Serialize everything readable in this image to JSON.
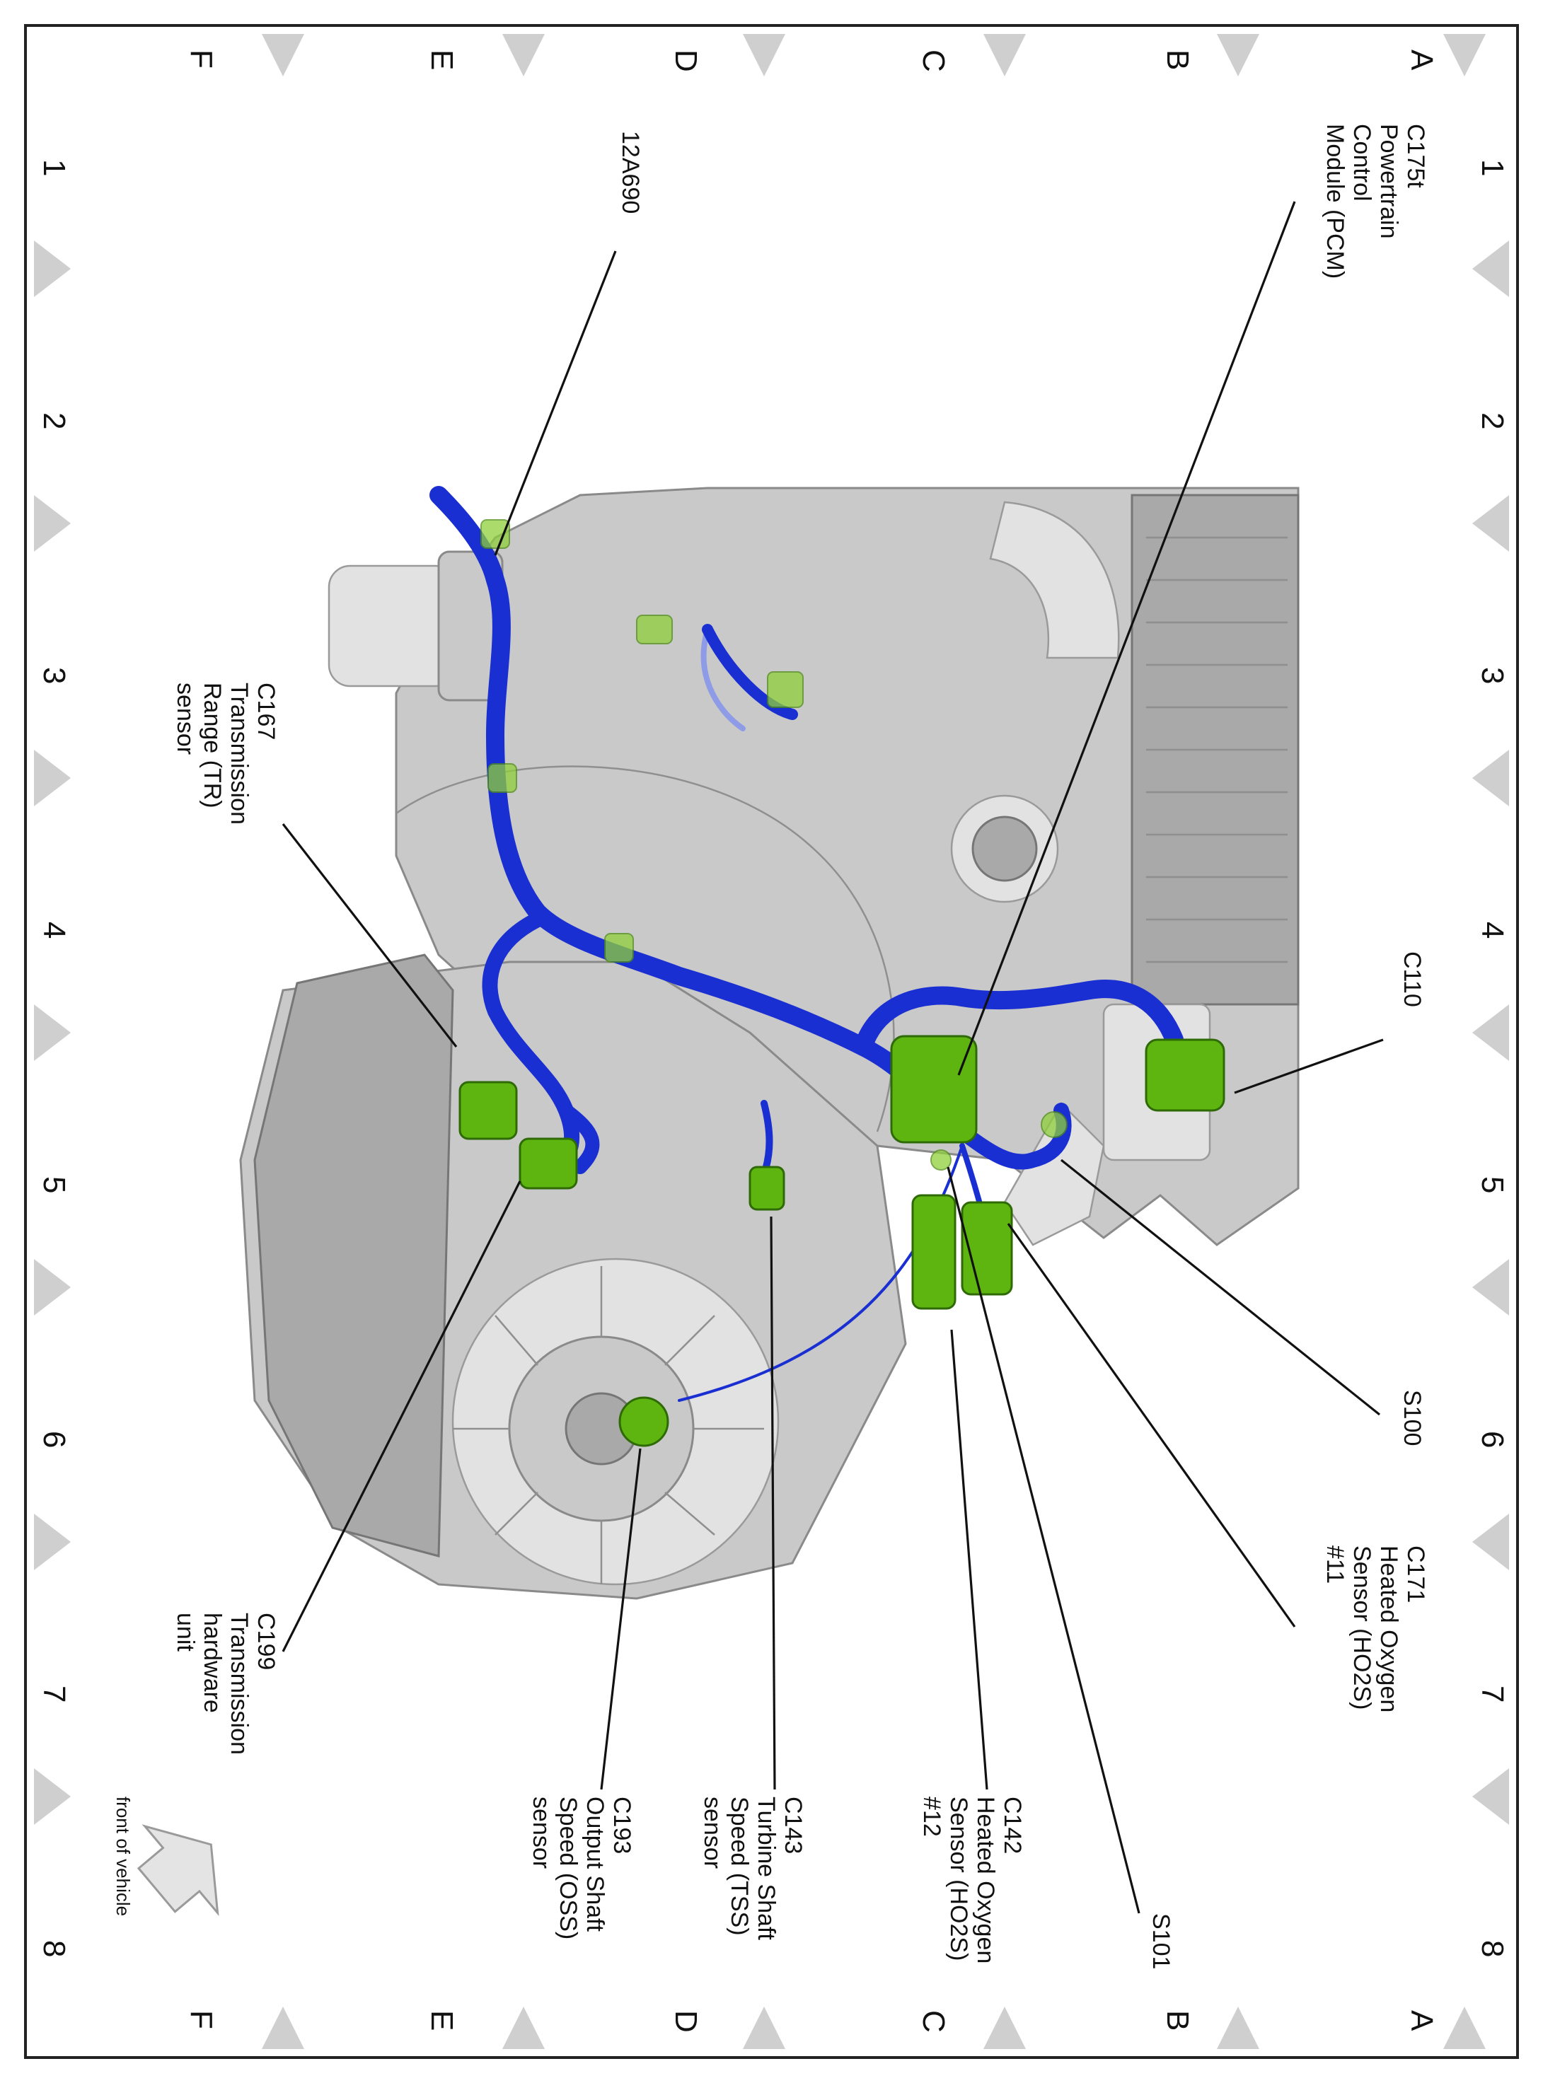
{
  "grid": {
    "letters_left": [
      "A",
      "B",
      "C",
      "D",
      "E",
      "F"
    ],
    "letters_right": [
      "A",
      "B",
      "C",
      "D",
      "E",
      "F"
    ],
    "numbers_top": [
      "1",
      "2",
      "3",
      "4",
      "5",
      "6",
      "7",
      "8"
    ],
    "numbers_bottom": [
      "1",
      "2",
      "3",
      "4",
      "5",
      "6",
      "7",
      "8"
    ]
  },
  "callouts": {
    "c175t": [
      "C175t",
      "Powertrain",
      "Control",
      "Module (PCM)"
    ],
    "c12a690": [
      "12A690"
    ],
    "c167": [
      "C167",
      "Transmission",
      "Range (TR)",
      "sensor"
    ],
    "c110": [
      "C110"
    ],
    "s100": [
      "S100"
    ],
    "c171": [
      "C171",
      "Heated Oxygen",
      "Sensor (HO2S)",
      "#11"
    ],
    "c199": [
      "C199",
      "Transmission",
      "hardware",
      "unit"
    ],
    "c142": [
      "C142",
      "Heated Oxygen",
      "Sensor (HO2S)",
      "#12"
    ],
    "s101": [
      "S101"
    ],
    "c143": [
      "C143",
      "Turbine Shaft",
      "Speed (TSS)",
      "sensor"
    ],
    "c193": [
      "C193",
      "Output Shaft",
      "Speed (OSS)",
      "sensor"
    ]
  },
  "front_of_vehicle": "front of vehicle",
  "colors": {
    "harness": "#1a2fd1",
    "connector": "#5fb510",
    "component": "#c9c9c9",
    "grid_marker": "#cfcfcf"
  }
}
